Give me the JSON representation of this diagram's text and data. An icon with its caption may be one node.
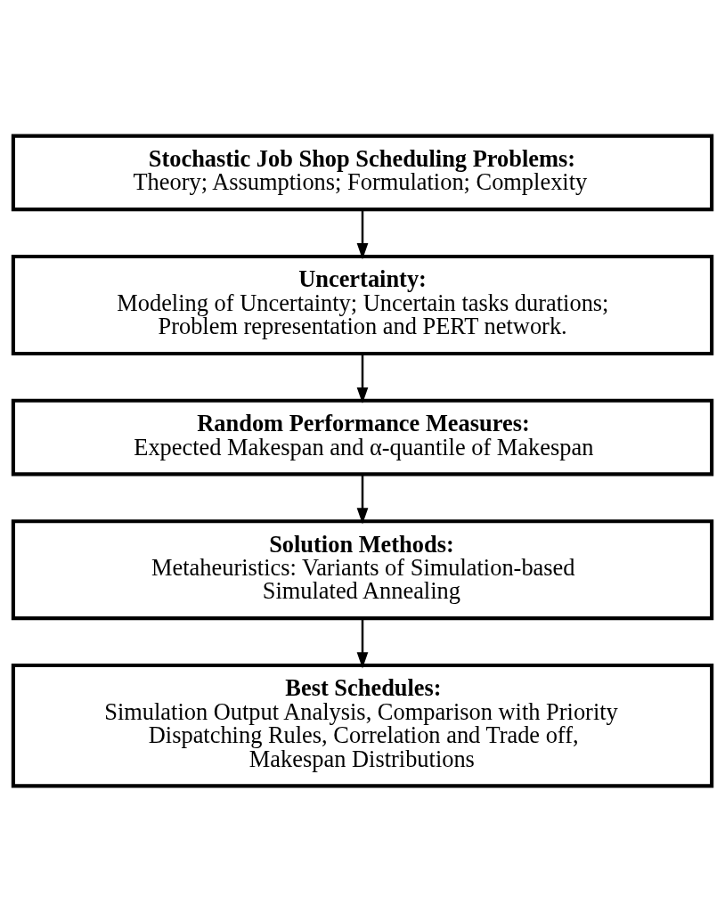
{
  "diagram": {
    "nodes": [
      {
        "text": [
          "Stochastic Job Shop Scheduling Problems:",
          "Theory; Assumptions; Formulation; Complexity"
        ]
      },
      {
        "text": [
          "Uncertainty:",
          "Modeling of Uncertainty; Uncertain tasks durations; Problem representation and PERT network."
        ]
      },
      {
        "text": [
          "Random Performance Measures:",
          "Expected Makespan and α-quantile of Makespan"
        ]
      },
      {
        "text": [
          "Solution Methods:",
          "Metaheuristics: Variants of Simulation-based Simulated Annealing"
        ]
      },
      {
        "text": [
          "Best Schedules:",
          "Simulation Output Analysis, Comparison with Priority Dispatching Rules, Correlation and Trade off, Makespan Distributions"
        ]
      }
    ],
    "edges": [
      {
        "from": 0,
        "to": 1,
        "arrow": "to"
      },
      {
        "from": 1,
        "to": 2,
        "arrow": "to"
      },
      {
        "from": 2,
        "to": 3,
        "arrow": "to"
      },
      {
        "from": 3,
        "to": 4,
        "arrow": "to"
      }
    ]
  }
}
